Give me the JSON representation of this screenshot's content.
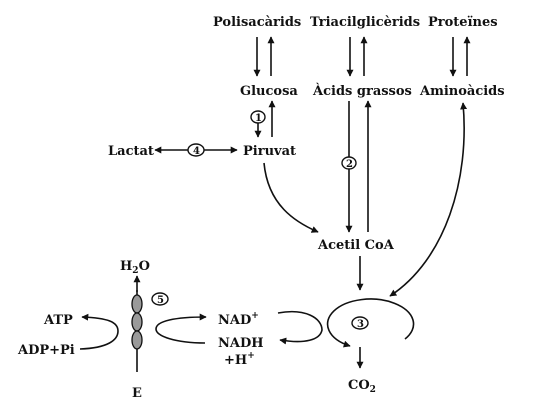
{
  "labels": {
    "polisacarids": "Polisacàrids",
    "triacilglicerids": "Triacilglicèrids",
    "proteines": "Proteïnes",
    "glucosa": "Glucosa",
    "acids_grassos": "Àcids grassos",
    "aminoacids": "Aminoàcids",
    "lactat": "Lactat",
    "piruvat": "Piruvat",
    "acetil_coa": "Acetil CoA",
    "atp": "ATP",
    "adp_pi": "ADP+Pi",
    "h2o_main": "H",
    "h2o_sub": "2",
    "h2o_tail": "O",
    "nad_main": "NAD",
    "nad_sup": "+",
    "nadh": "NADH",
    "h_plus_main": "+H",
    "h_plus_sup": "+",
    "co2_main": "CO",
    "co2_sub": "2",
    "e": "E"
  },
  "step_numbers": {
    "s1": "1",
    "s2": "2",
    "s3": "3",
    "s4": "4",
    "s5": "5"
  },
  "colors": {
    "ink": "#111111",
    "background": "#ffffff",
    "complex_fill": "#9a9a9a"
  }
}
